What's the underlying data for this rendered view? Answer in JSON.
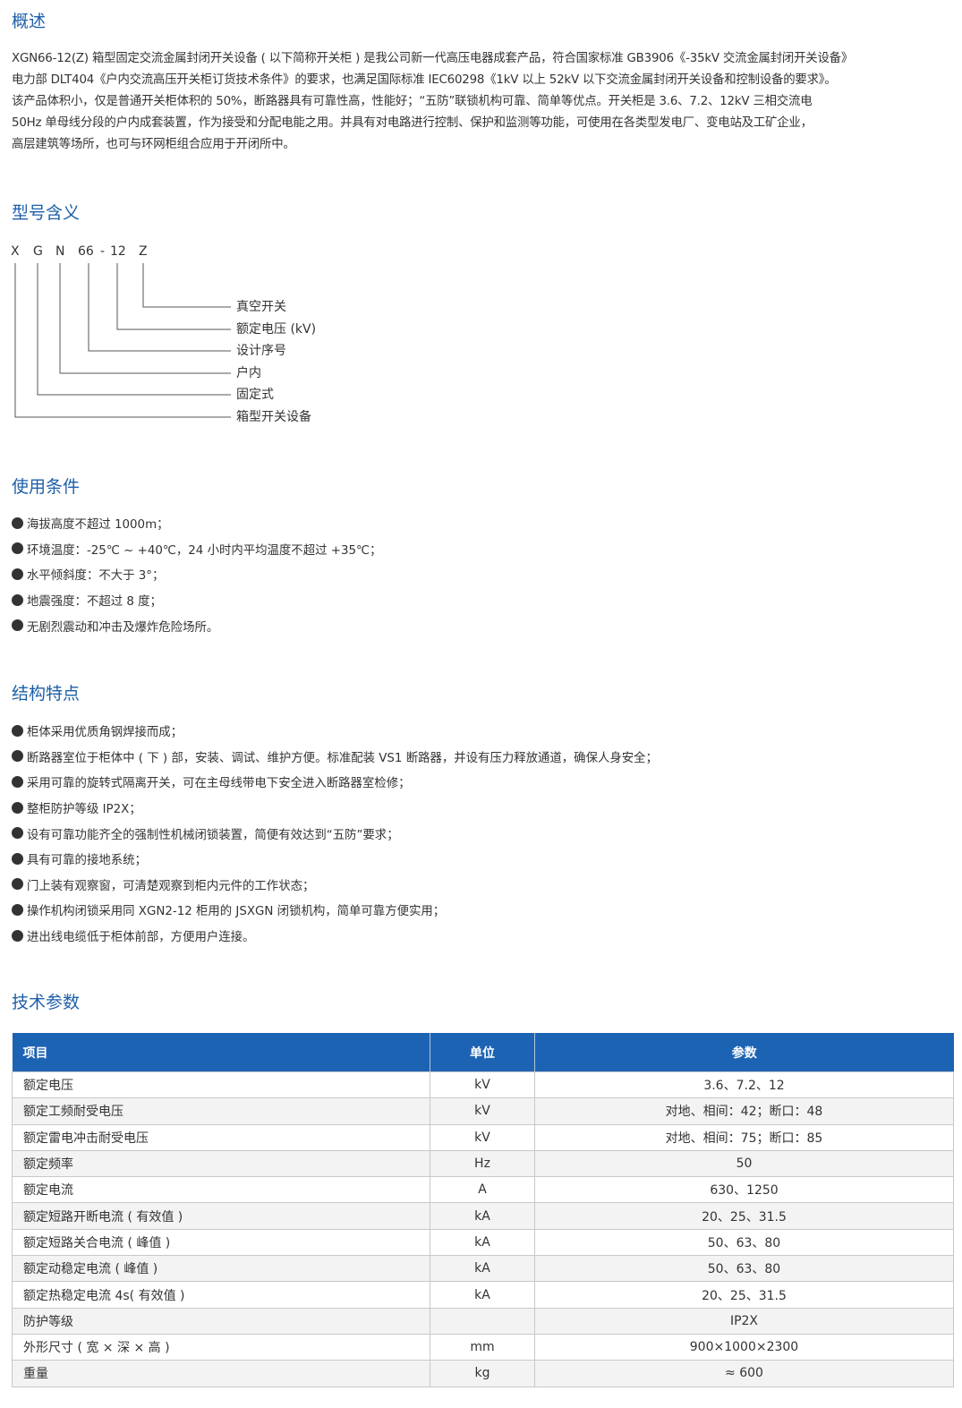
{
  "overview": {
    "heading": "概述",
    "lines": [
      "XGN66-12(Z) 箱型固定交流金属封闭开关设备 ( 以下简称开关柜 ) 是我公司新一代高压电器成套产品，符合国家标准 GB3906《-35kV 交流金属封闭开关设备》",
      "电力部 DLT404《户内交流高压开关柜订货技术条件》的要求，也满足国际标准 IEC60298《1kV 以上 52kV 以下交流金属封闭开关设备和控制设备的要求》。",
      "该产品体积小，仅是普通开关柜体积的 50%，断路器具有可靠性高，性能好；“五防”联锁机构可靠、简单等优点。开关柜是 3.6、7.2、12kV 三相交流电",
      "50Hz 单母线分段的户内成套装置，作为接受和分配电能之用。并具有对电路进行控制、保护和监测等功能，可使用在各类型发电厂、变电站及工矿企业，",
      "高层建筑等场所，也可与环网柜组合应用于开闭所中。"
    ]
  },
  "model": {
    "heading": "型号含义",
    "code": [
      "X",
      "G",
      "N",
      "66",
      "-",
      "12",
      "Z"
    ],
    "labels": [
      "真空开关",
      "额定电压 (kV)",
      "设计序号",
      "户内",
      "固定式",
      "箱型开关设备"
    ]
  },
  "conditions": {
    "heading": "使用条件",
    "items": [
      "海拔高度不超过 1000m；",
      "环境温度：-25℃ ~ +40℃，24 小时内平均温度不超过 +35℃；",
      "水平倾斜度：不大于 3°；",
      "地震强度：不超过 8 度；",
      "无剧烈震动和冲击及爆炸危险场所。"
    ]
  },
  "features": {
    "heading": "结构特点",
    "items": [
      "柜体采用优质角钢焊接而成；",
      "断路器室位于柜体中 ( 下 ) 部，安装、调试、维护方便。标准配装 VS1 断路器，并设有压力释放通道，确保人身安全；",
      "采用可靠的旋转式隔离开关，可在主母线带电下安全进入断路器室检修；",
      "整柜防护等级 IP2X；",
      "设有可靠功能齐全的强制性机械闭锁装置，简便有效达到“五防”要求；",
      "具有可靠的接地系统；",
      "门上装有观察窗，可清楚观察到柜内元件的工作状态；",
      "操作机构闭锁采用同 XGN2-12 柜用的 JSXGN 闭锁机构，简单可靠方便实用；",
      "进出线电缆低于柜体前部，方便用户连接。"
    ]
  },
  "specs": {
    "heading": "技术参数",
    "columns": [
      "项目",
      "单位",
      "参数"
    ],
    "rows": [
      [
        "额定电压",
        "kV",
        "3.6、7.2、12"
      ],
      [
        "额定工频耐受电压",
        "kV",
        "对地、相间：42；断口：48"
      ],
      [
        "额定雷电冲击耐受电压",
        "kV",
        "对地、相间：75；断口：85"
      ],
      [
        "额定频率",
        "Hz",
        "50"
      ],
      [
        "额定电流",
        "A",
        "630、1250"
      ],
      [
        "额定短路开断电流 ( 有效值 )",
        "kA",
        "20、25、31.5"
      ],
      [
        "额定短路关合电流 ( 峰值 )",
        "kA",
        "50、63、80"
      ],
      [
        "额定动稳定电流 ( 峰值 )",
        "kA",
        "50、63、80"
      ],
      [
        "额定热稳定电流 4s( 有效值 )",
        "kA",
        "20、25、31.5"
      ],
      [
        "防护等级",
        "",
        "IP2X"
      ],
      [
        "外形尺寸 ( 宽 × 深 × 高 )",
        "mm",
        "900×1000×2300"
      ],
      [
        "重量",
        "kg",
        "≈ 600"
      ]
    ]
  },
  "colors": {
    "heading": "#1e5fa8",
    "table_header": "#1d63b3",
    "text": "#333333"
  }
}
